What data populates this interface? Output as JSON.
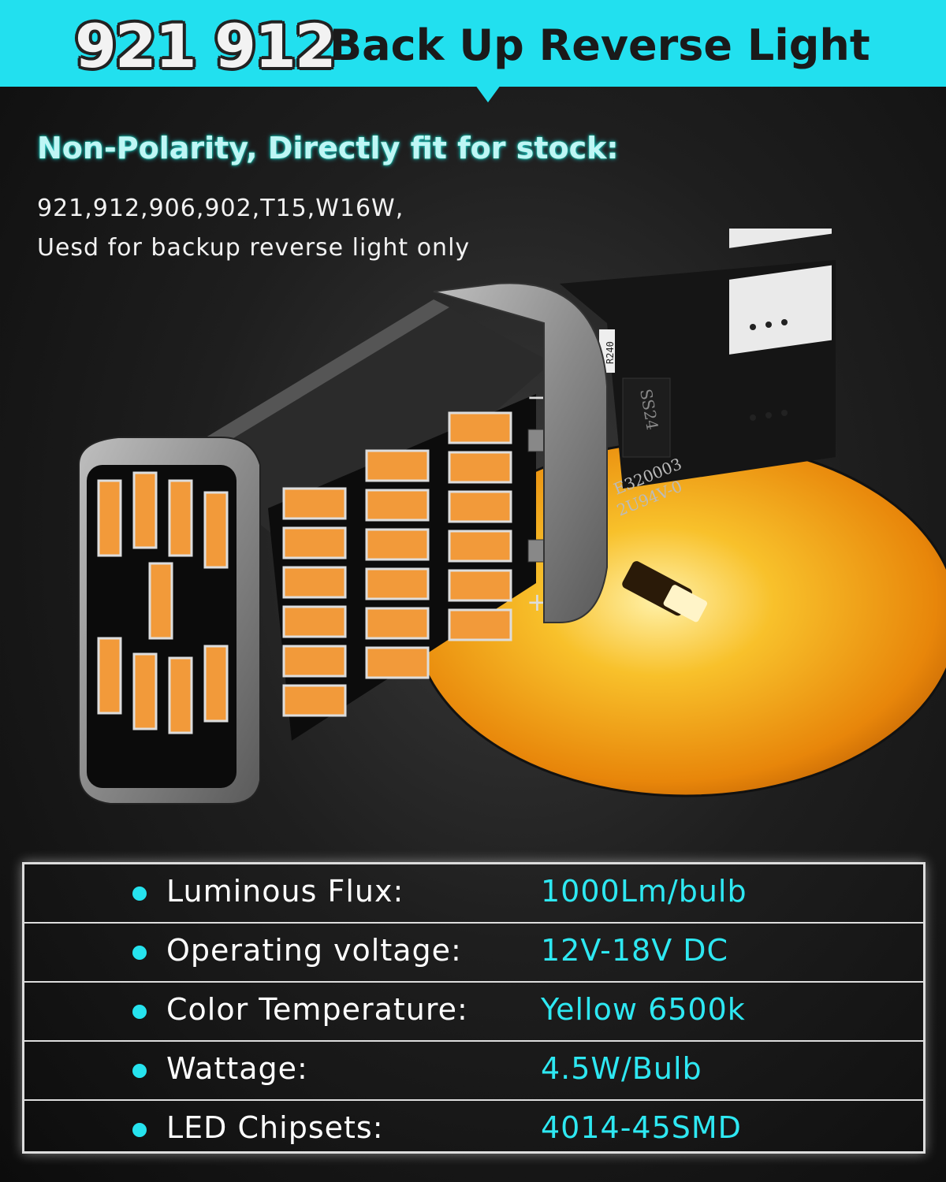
{
  "banner": {
    "model": "921 912",
    "title": "Back Up Reverse Light"
  },
  "compatibility": {
    "heading": "Non-Polarity, Directly fit for stock:",
    "models_line": "921,912,906,902,T15,W16W,",
    "usage_line": "Uesd for backup reverse light only"
  },
  "product_markings": {
    "chip_label": "SS24",
    "resistor_label": "R240",
    "cert_line1": "E320003",
    "cert_line2": "2U94V-0",
    "minus": "−",
    "plus": "+"
  },
  "specs": [
    {
      "label": "Luminous Flux:",
      "value": "1000Lm/bulb"
    },
    {
      "label": "Operating voltage:",
      "value": "12V-18V DC"
    },
    {
      "label": "Color Temperature:",
      "value": "Yellow 6500k"
    },
    {
      "label": "Wattage:",
      "value": "4.5W/Bulb"
    },
    {
      "label": "LED Chipsets:",
      "value": "4014-45SMD"
    }
  ],
  "colors": {
    "accent": "#22e0ef",
    "led_amber": "#f29a3a",
    "glow_yellow": "#f7b21a"
  }
}
